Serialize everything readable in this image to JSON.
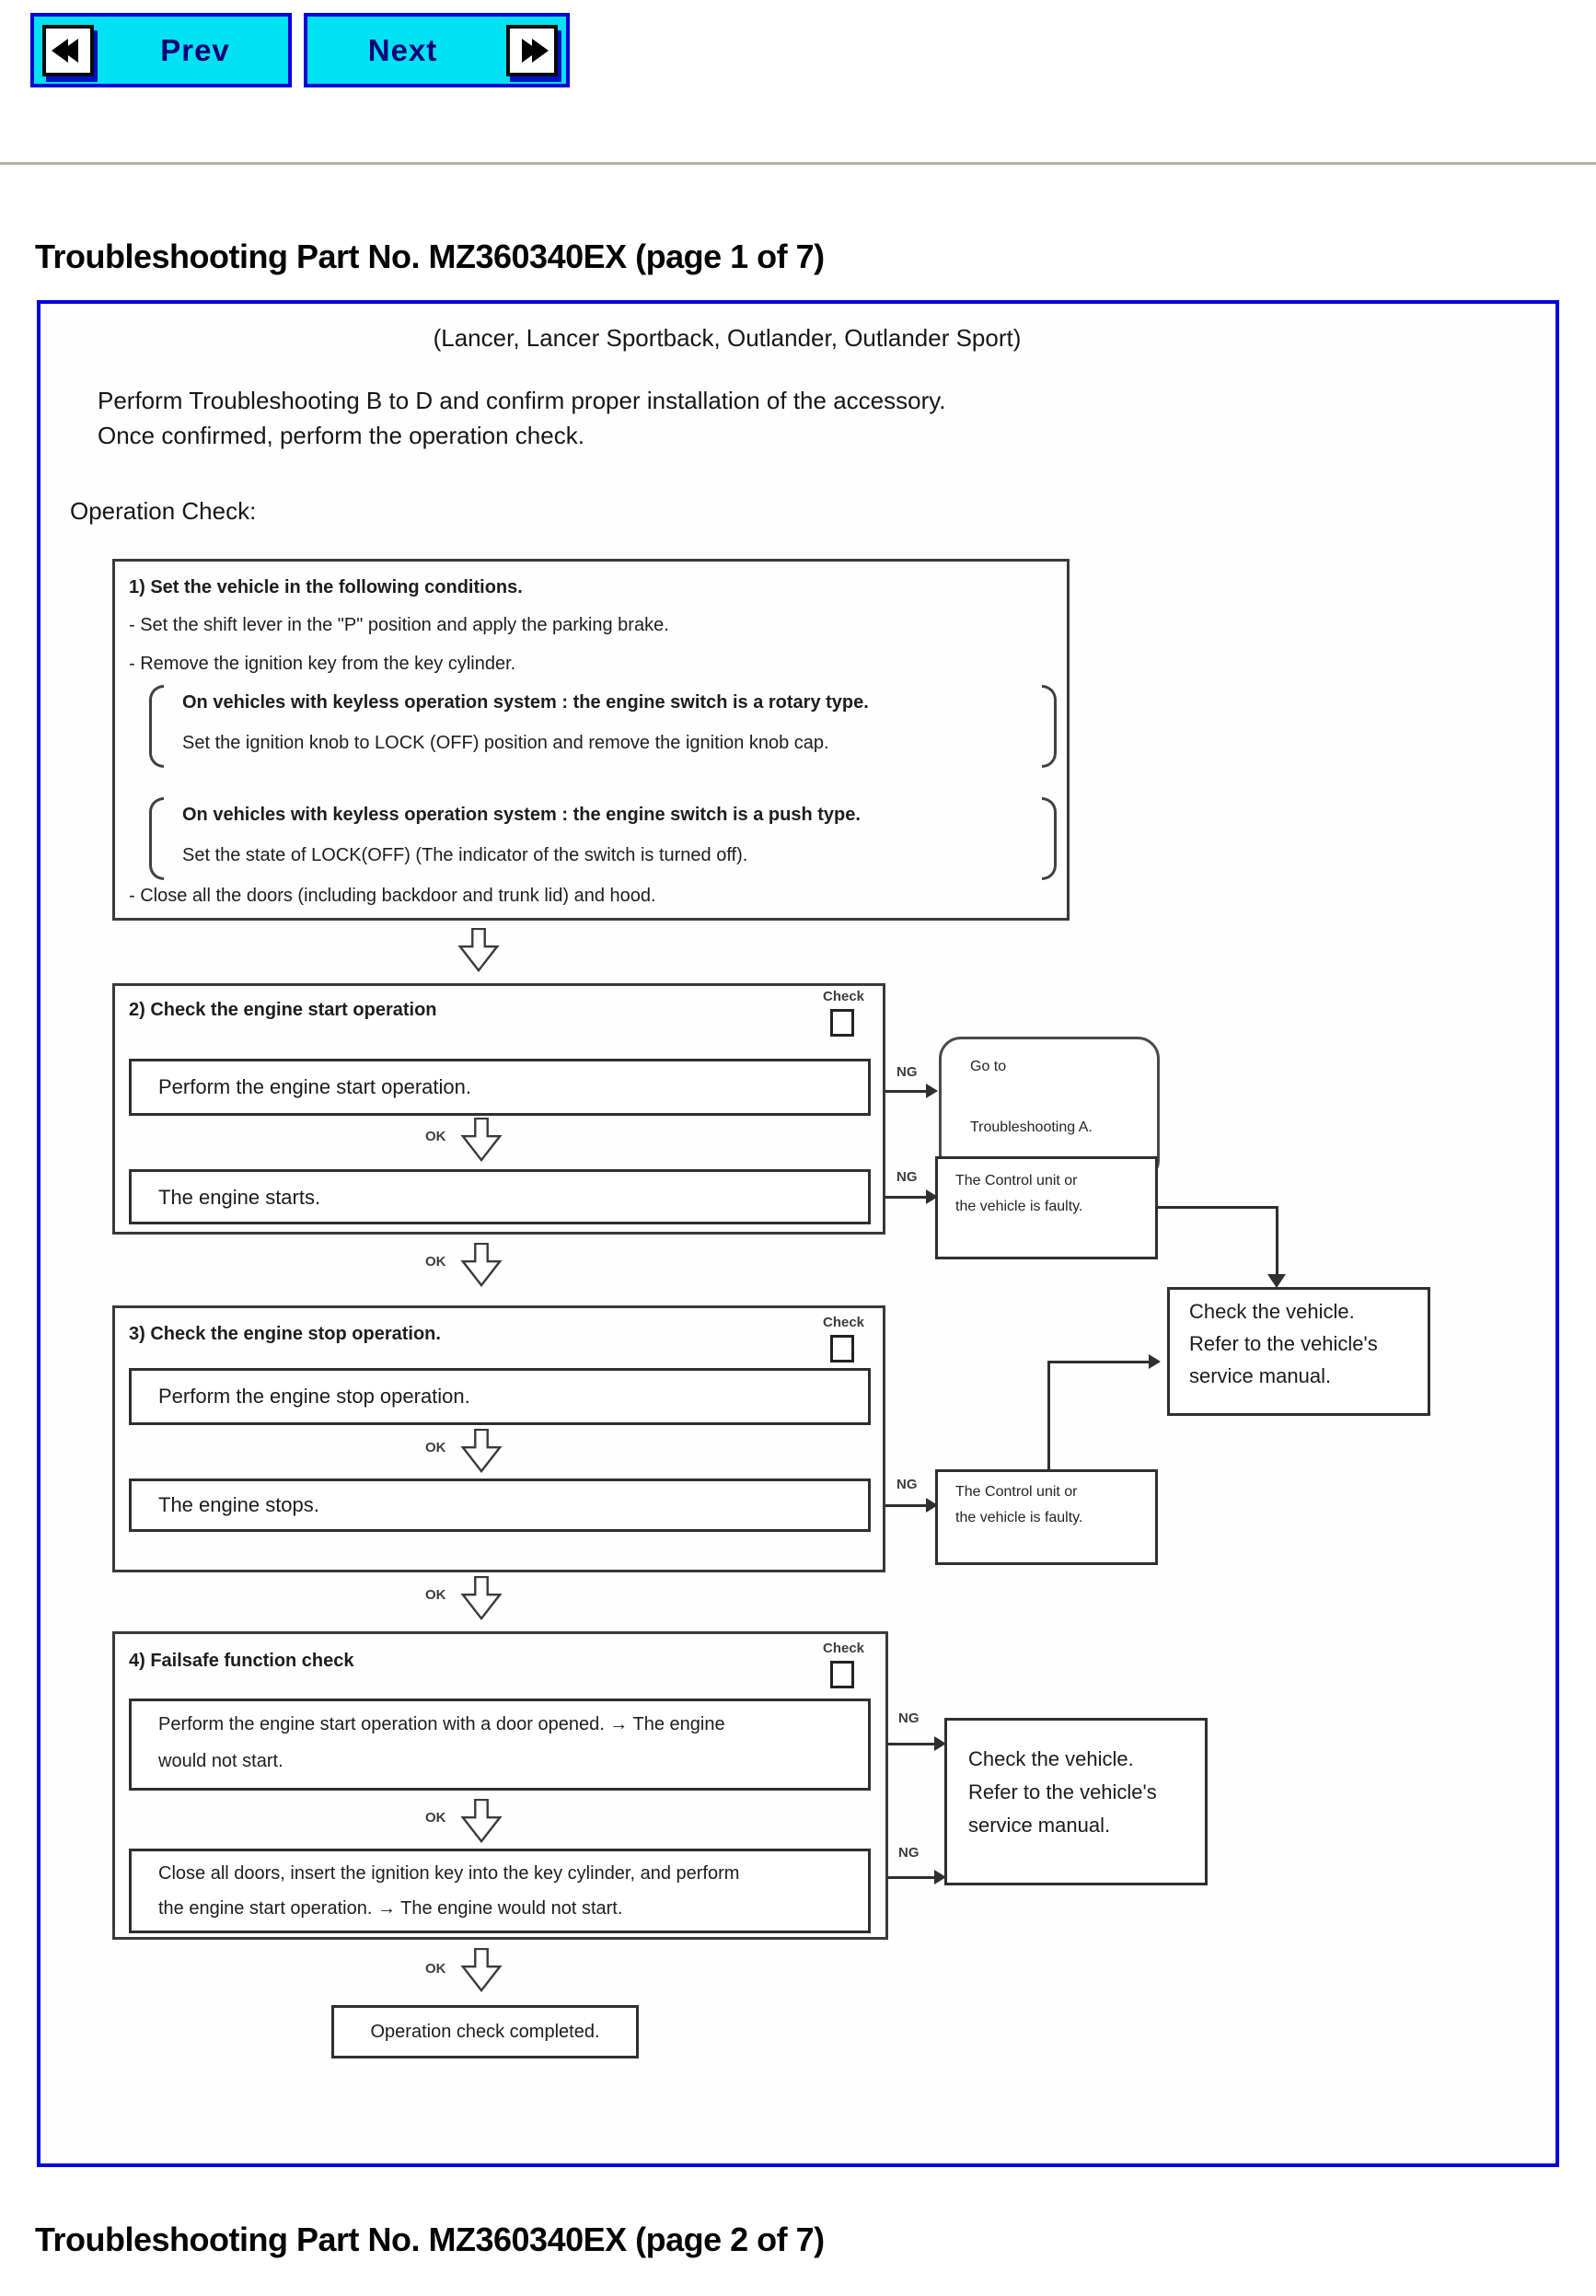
{
  "toolbar": {
    "prev": "Prev",
    "next": "Next"
  },
  "titles": {
    "page1": "Troubleshooting Part No. MZ360340EX (page 1 of 7)",
    "page2": "Troubleshooting Part No. MZ360340EX (page 2 of 7)"
  },
  "intro": {
    "models": "(Lancer, Lancer Sportback, Outlander, Outlander Sport)",
    "line1": "Perform Troubleshooting B to D and confirm proper installation of the accessory.",
    "line2": "Once confirmed, perform the operation check.",
    "section": "Operation Check:"
  },
  "flow": {
    "ok": "OK",
    "ng": "NG",
    "check": "Check",
    "step1": {
      "title": "1) Set the vehicle in the following conditions.",
      "b1": "- Set the shift lever in the \"P\" position and apply the parking brake.",
      "b2": "- Remove the ignition key from the key cylinder.",
      "n1l1": "On vehicles with keyless operation system : the engine switch is a rotary type.",
      "n1l2": "Set the ignition knob to LOCK (OFF) position and remove the ignition knob cap.",
      "n2l1": "On vehicles with keyless operation system : the engine switch is a push type.",
      "n2l2": "Set the state of LOCK(OFF) (The indicator of the switch is turned off).",
      "b3": "- Close all the doors (including backdoor and trunk lid) and hood."
    },
    "step2": {
      "title": "2) Check the engine start operation",
      "action": "Perform the engine start operation.",
      "result": "The engine starts."
    },
    "goto": {
      "l1": "Go to",
      "l2": "Troubleshooting A."
    },
    "fault": {
      "l1": "The Control unit or",
      "l2": "the vehicle is faulty."
    },
    "vehicle": {
      "l1": "Check the vehicle.",
      "l2": "Refer to the vehicle's",
      "l3": "service manual."
    },
    "step3": {
      "title": "3) Check the engine stop operation.",
      "action": "Perform the engine stop operation.",
      "result": "The engine stops."
    },
    "step4": {
      "title": "4) Failsafe function check",
      "a1l1": "Perform the engine start operation with a door opened. → The engine",
      "a1l2": "would not start.",
      "a2l1": "Close all doors, insert the ignition key into the key cylinder, and perform",
      "a2l2": "the engine start operation. → The engine would not start."
    },
    "completed": "Operation check completed."
  }
}
